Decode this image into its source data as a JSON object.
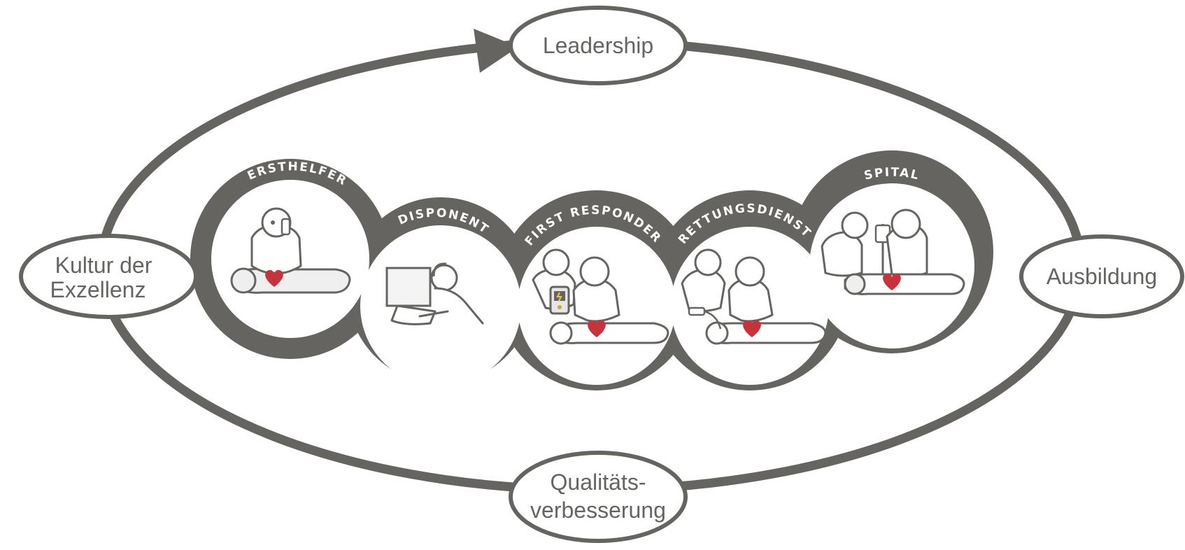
{
  "colors": {
    "stroke": "#666460",
    "heart": "#c8323a",
    "background": "#ffffff",
    "stage_text": "#ffffff"
  },
  "outer_cycle": {
    "leadership": {
      "lines": [
        "Leadership"
      ]
    },
    "ausbildung": {
      "lines": [
        "Ausbildung"
      ]
    },
    "qualitaet": {
      "lines": [
        "Qualitäts-",
        "verbesserung"
      ]
    },
    "kultur": {
      "lines": [
        "Kultur der",
        "Exzellenz"
      ]
    }
  },
  "stages": [
    {
      "label": "ERSTHELFER",
      "icon": "bystander-cpr-icon"
    },
    {
      "label": "DISPONENT",
      "icon": "dispatcher-headset-icon"
    },
    {
      "label": "FIRST RESPONDER",
      "icon": "first-responder-aed-icon"
    },
    {
      "label": "RETTUNGSDIENST",
      "icon": "paramedics-ventilation-icon"
    },
    {
      "label": "SPITAL",
      "icon": "hospital-care-icon"
    }
  ]
}
